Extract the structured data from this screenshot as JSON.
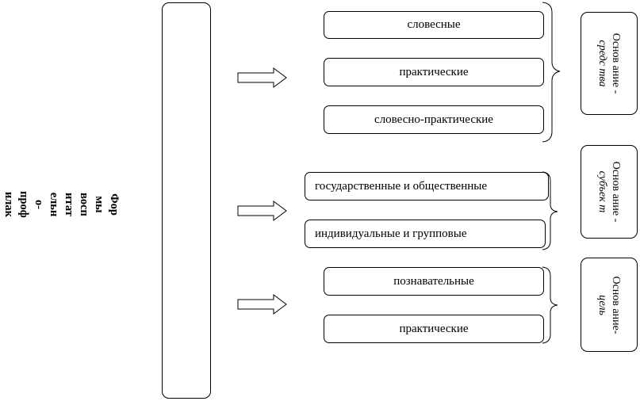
{
  "main": {
    "title_lines": [
      "Фор",
      "мы",
      "восп",
      "итат",
      "ельн",
      "о-",
      "проф",
      "илак",
      "тиче",
      "ской",
      "рабо",
      "ты"
    ]
  },
  "groups": [
    {
      "items": [
        "словесные",
        "практические",
        "словесно-практические"
      ],
      "basis_label": "Основ ание -",
      "basis_value": "средс тва"
    },
    {
      "items": [
        "государственные и общественные",
        "индивидуальные и групповые"
      ],
      "basis_label": "Основ ание -",
      "basis_value": "субъек т"
    },
    {
      "items": [
        "познавательные",
        "практические"
      ],
      "basis_label": "Основ ание-",
      "basis_value": "цель"
    }
  ],
  "icons": {
    "arrow": "right-arrow-icon",
    "brace": "right-brace-icon"
  }
}
